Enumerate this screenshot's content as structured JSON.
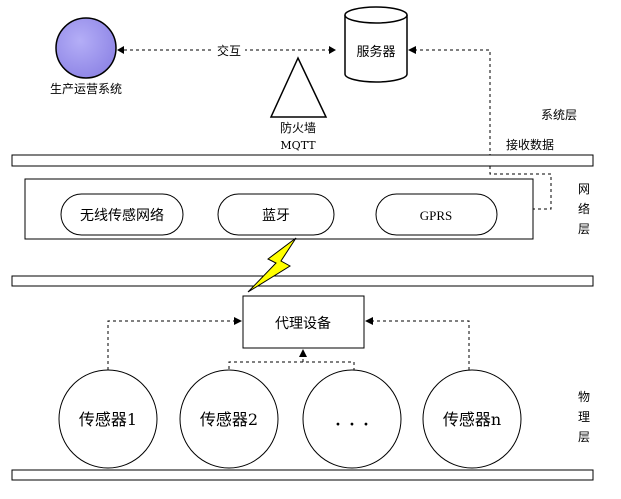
{
  "system_layer": {
    "production_system": "生产运营系统",
    "exchange": "交互",
    "server": "服务器",
    "firewall": "防火墙",
    "mqtt": "MQTT",
    "layer_label": "系统层",
    "receive_data": "接收数据"
  },
  "network_layer": {
    "items": [
      {
        "label": "无线传感网络"
      },
      {
        "label": "蓝牙"
      },
      {
        "label": "GPRS"
      }
    ],
    "layer_label_chars": [
      "网",
      "络",
      "层"
    ]
  },
  "physical_layer": {
    "proxy": "代理设备",
    "sensors": [
      {
        "label": "传感器1"
      },
      {
        "label": "传感器2"
      },
      {
        "label": "· · ·"
      },
      {
        "label": "传感器n"
      }
    ],
    "layer_label_chars": [
      "物",
      "理",
      "层"
    ]
  },
  "colors": {
    "production_circle": "#8f86e6",
    "lightning_fill": "#ffff00",
    "line": "#000000"
  }
}
